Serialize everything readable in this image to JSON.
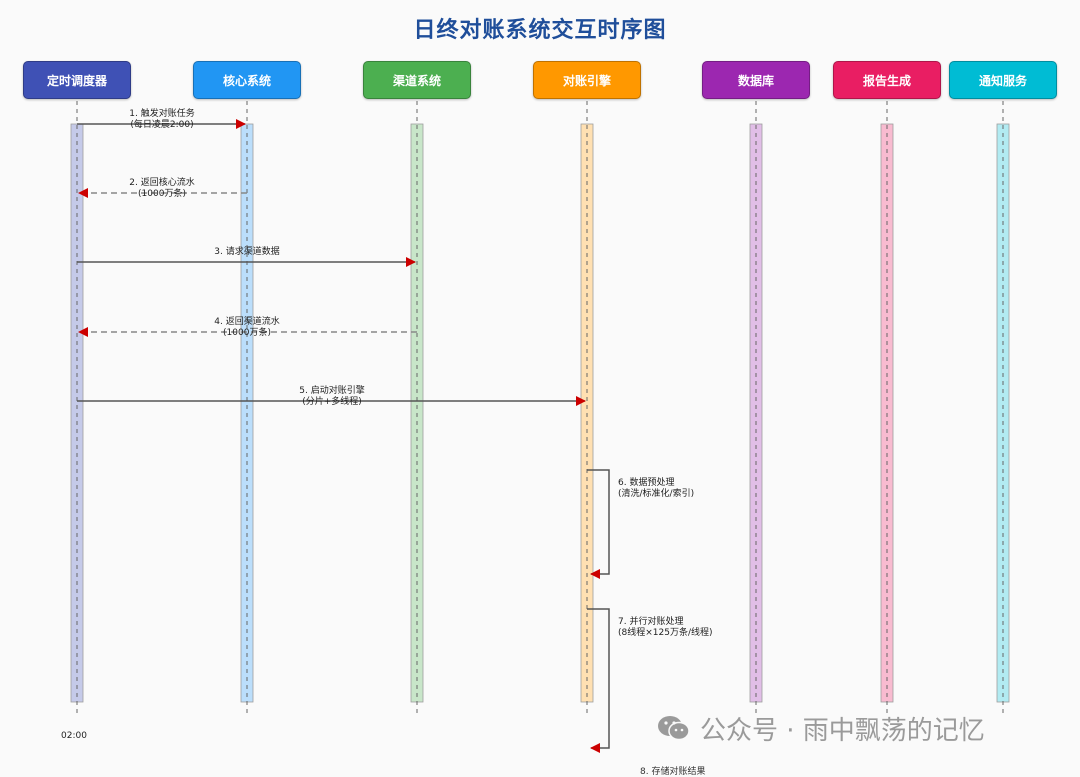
{
  "title": "日终对账系统交互时序图",
  "actors": [
    {
      "label": "定时调度器",
      "color": "#3f51b5",
      "lane": "#c5cae9"
    },
    {
      "label": "核心系统",
      "color": "#2196f3",
      "lane": "#bbdefb"
    },
    {
      "label": "渠道系统",
      "color": "#4caf50",
      "lane": "#c8e6c9"
    },
    {
      "label": "对账引擎",
      "color": "#ff9800",
      "lane": "#ffe0b2"
    },
    {
      "label": "数据库",
      "color": "#9c27b0",
      "lane": "#e1bee7"
    },
    {
      "label": "报告生成",
      "color": "#e91e63",
      "lane": "#f8bbd0"
    },
    {
      "label": "通知服务",
      "color": "#00bcd4",
      "lane": "#b2ebf2"
    }
  ],
  "messages": [
    {
      "from": 0,
      "to": 1,
      "style": "solid",
      "lines": [
        "1. 触发对账任务",
        "(每日凌晨2:00)"
      ]
    },
    {
      "from": 1,
      "to": 0,
      "style": "dashed",
      "lines": [
        "2. 返回核心流水",
        "(1000万条)"
      ]
    },
    {
      "from": 0,
      "to": 2,
      "style": "solid",
      "lines": [
        "3. 请求渠道数据"
      ]
    },
    {
      "from": 2,
      "to": 0,
      "style": "dashed",
      "lines": [
        "4. 返回渠道流水",
        "(1000万条)"
      ]
    },
    {
      "from": 0,
      "to": 3,
      "style": "solid",
      "lines": [
        "5. 启动对账引擎",
        "(分片+多线程)"
      ]
    },
    {
      "from": 3,
      "to": 3,
      "style": "self",
      "lines": [
        "6. 数据预处理",
        "(清洗/标准化/索引)"
      ]
    },
    {
      "from": 3,
      "to": 3,
      "style": "self",
      "lines": [
        "7. 并行对账处理",
        "(8线程×125万条/线程)"
      ]
    }
  ],
  "time_label": "02:00",
  "cut_label": "8. 存储对账结果",
  "watermark": "公众号 · 雨中飘荡的记忆",
  "arrow_color": "#cc0000",
  "line_color": "#555555"
}
